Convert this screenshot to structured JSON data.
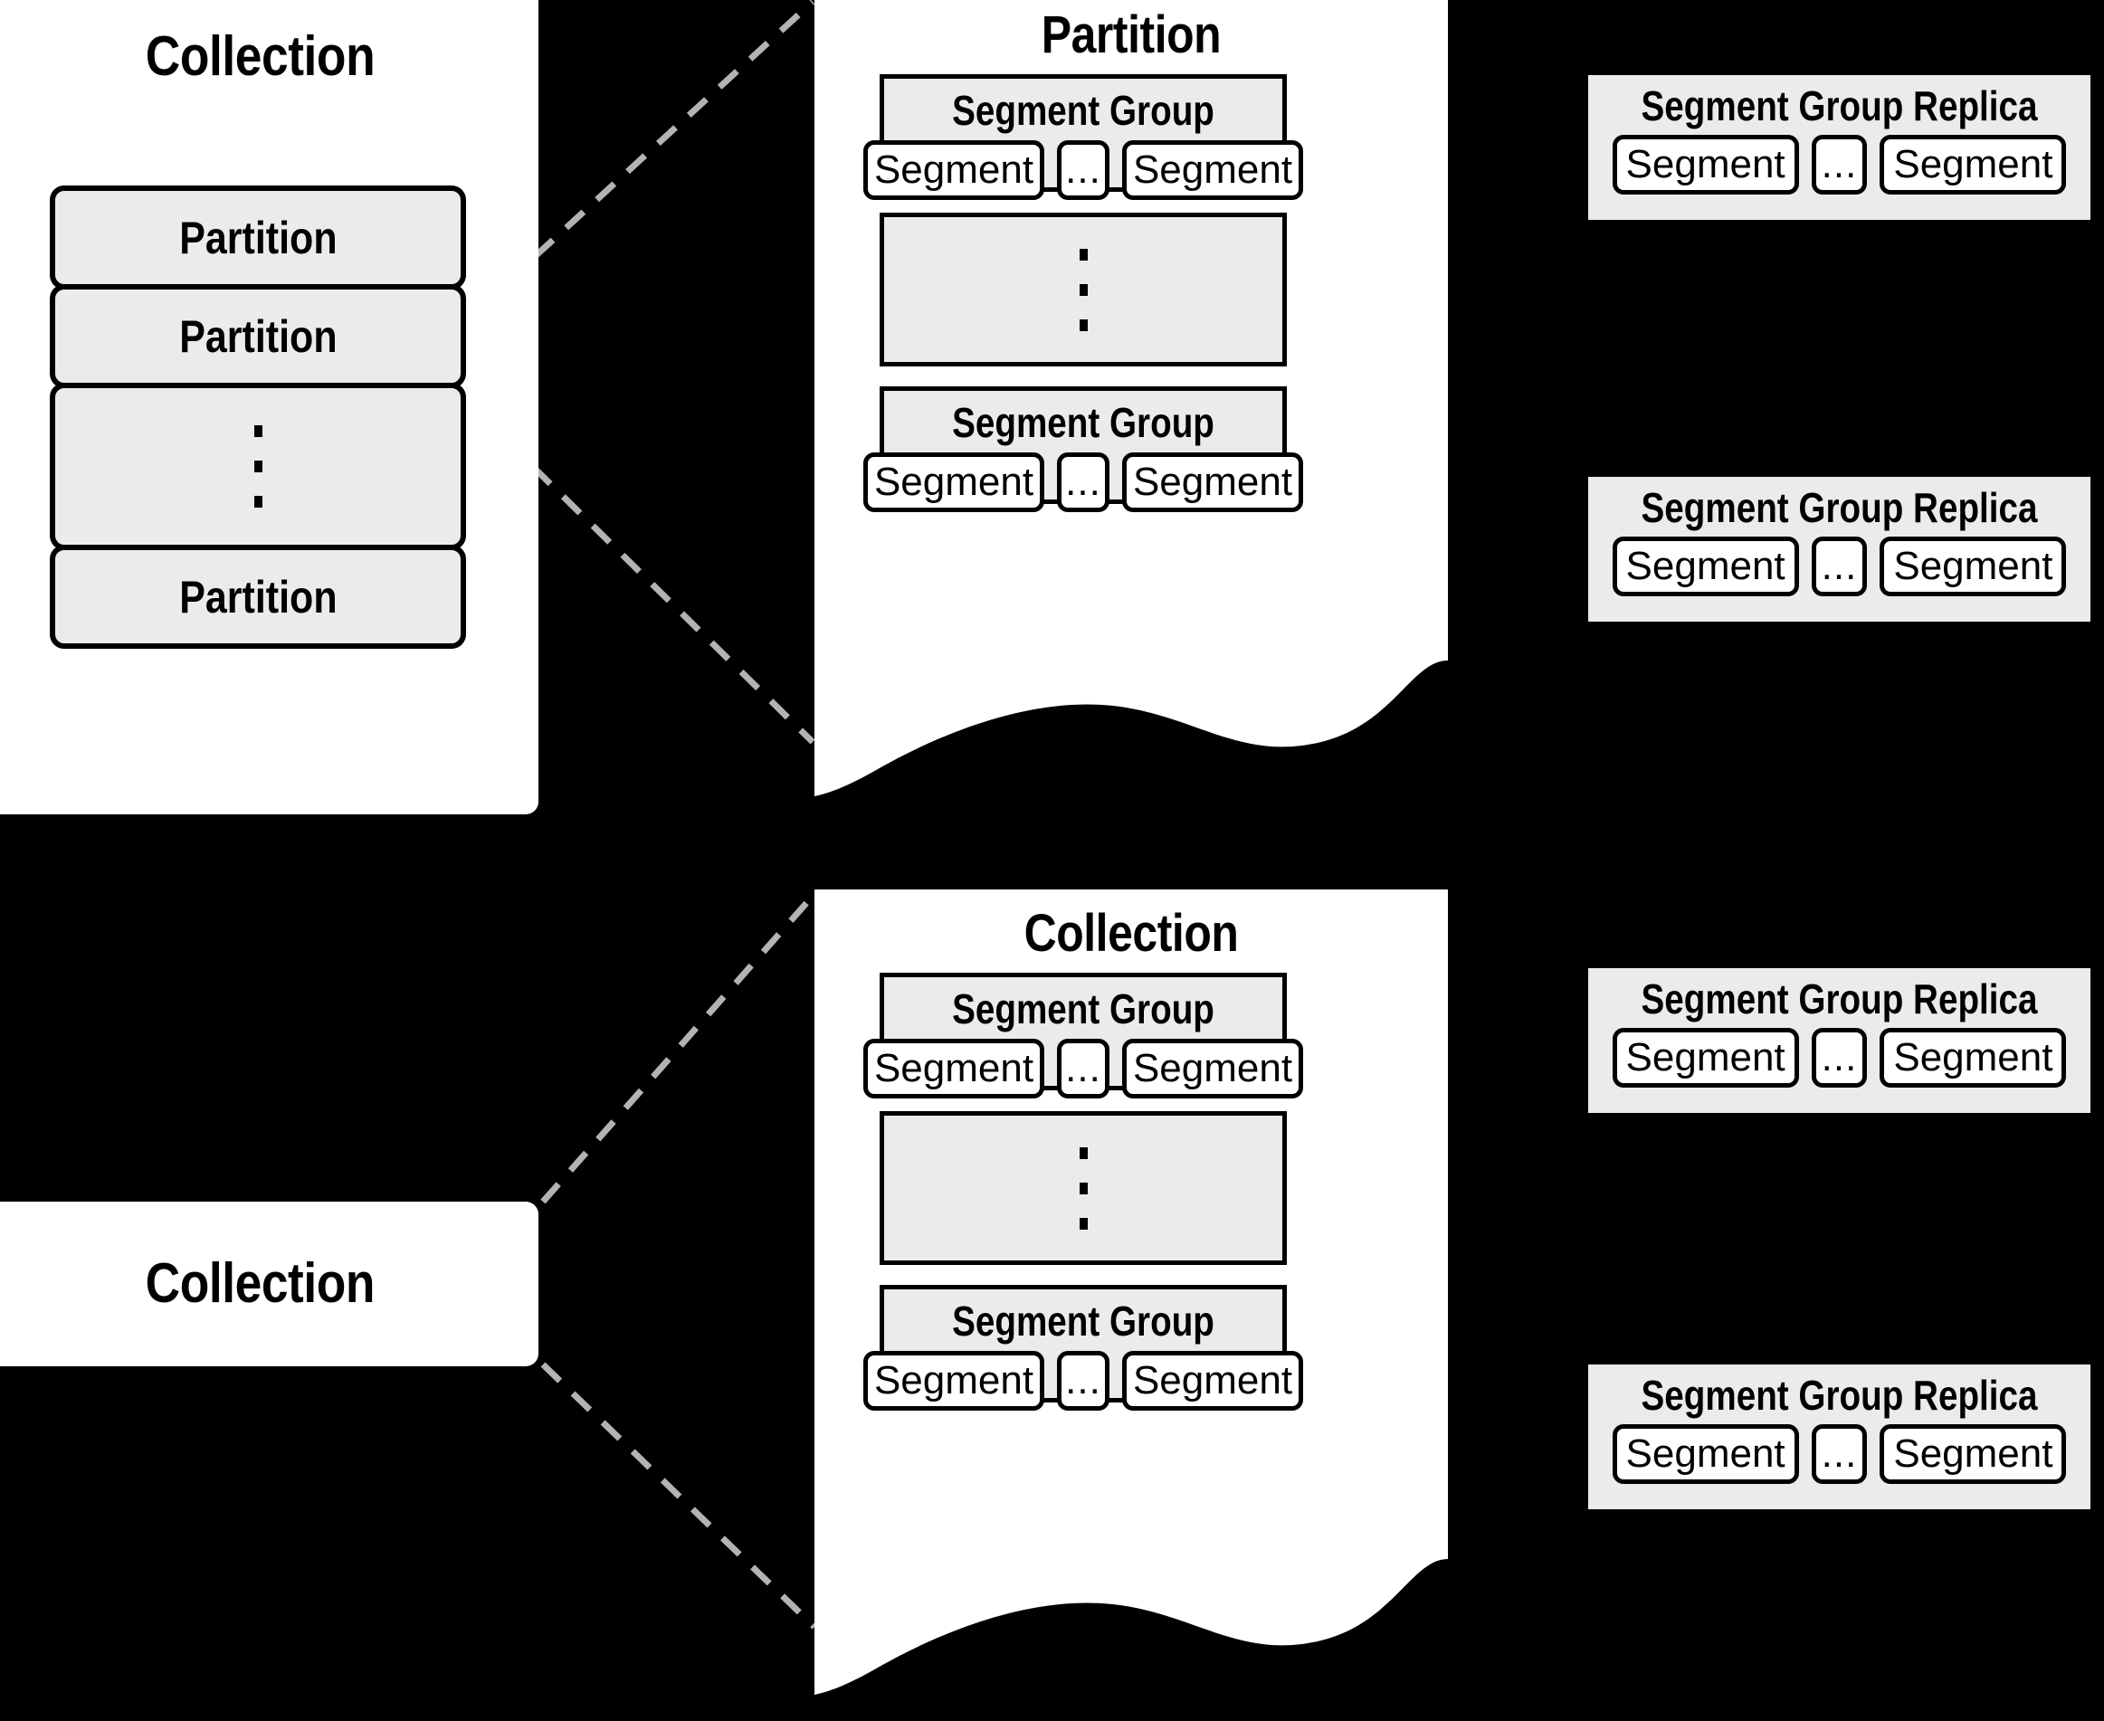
{
  "diagram": {
    "title": "Collection / Partition / Segment Group hierarchy",
    "background_color": "#000000",
    "panel_color": "#ffffff",
    "group_color": "#ebebeb",
    "line_color": "#b3b3b3",
    "stroke_color": "#000000"
  },
  "labels": {
    "collection": "Collection",
    "partition": "Partition",
    "segment_group": "Segment Group",
    "segment_group_replica": "Segment Group Replica",
    "segment": "Segment",
    "horizontal_ellipsis": "...",
    "vertical_ellipsis": "⋮"
  },
  "top_collection": {
    "title": "Collection",
    "rows": [
      {
        "type": "label",
        "label": "Partition"
      },
      {
        "type": "label",
        "label": "Partition"
      },
      {
        "type": "ellipsis",
        "label": "⋮"
      },
      {
        "type": "label",
        "label": "Partition"
      }
    ]
  },
  "top_panel": {
    "title": "Partition",
    "groups": [
      {
        "type": "group",
        "title": "Segment Group",
        "segments": [
          "Segment",
          "...",
          "Segment"
        ]
      },
      {
        "type": "ellipsis",
        "label": "⋮"
      },
      {
        "type": "group",
        "title": "Segment Group",
        "segments": [
          "Segment",
          "...",
          "Segment"
        ]
      }
    ]
  },
  "top_replicas": [
    {
      "title": "Segment Group Replica",
      "segments": [
        "Segment",
        "...",
        "Segment"
      ]
    },
    {
      "title": "Segment Group Replica",
      "segments": [
        "Segment",
        "...",
        "Segment"
      ]
    }
  ],
  "bottom_collection_box": {
    "title": "Collection"
  },
  "bottom_panel": {
    "title": "Collection",
    "groups": [
      {
        "type": "group",
        "title": "Segment Group",
        "segments": [
          "Segment",
          "...",
          "Segment"
        ]
      },
      {
        "type": "ellipsis",
        "label": "⋮"
      },
      {
        "type": "group",
        "title": "Segment Group",
        "segments": [
          "Segment",
          "...",
          "Segment"
        ]
      }
    ]
  },
  "bottom_replicas": [
    {
      "title": "Segment Group Replica",
      "segments": [
        "Segment",
        "...",
        "Segment"
      ]
    },
    {
      "title": "Segment Group Replica",
      "segments": [
        "Segment",
        "...",
        "Segment"
      ]
    }
  ]
}
